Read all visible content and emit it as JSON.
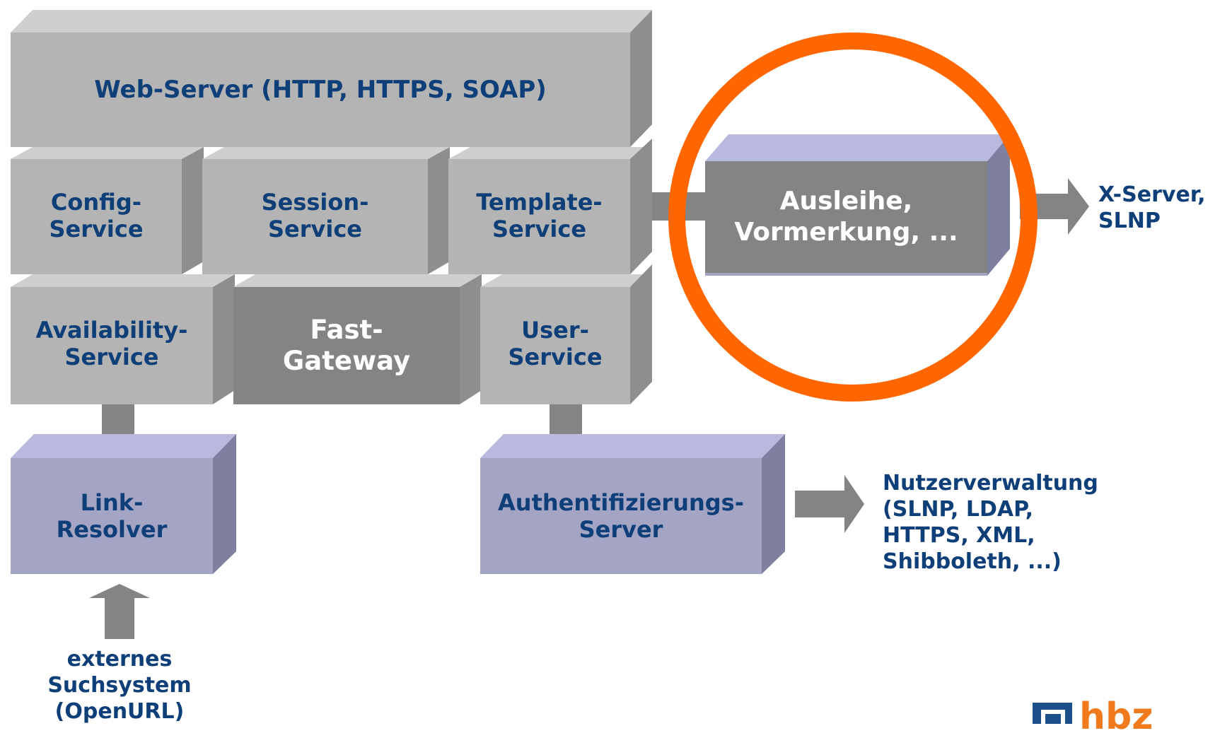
{
  "colors": {
    "gray_front": "#b4b4b4",
    "gray_top": "#cfcfcf",
    "gray_side": "#8e8e8e",
    "dark_front": "#848484",
    "violet_front": "#a4a4c4",
    "violet_top": "#b9b9e0",
    "violet_side": "#7f7fa0",
    "label_blue": "#0f3f78",
    "highlight_ring": "#ff6600",
    "logo_orange": "#f07a1c"
  },
  "blocks": {
    "web_server": "Web-Server (HTTP, HTTPS, SOAP)",
    "config_service": "Config-\nService",
    "session_service": "Session-\nService",
    "template_service": "Template-\nService",
    "availability_service": "Availability-\nService",
    "fast_gateway": "Fast-\nGateway",
    "user_service": "User-\nService",
    "ausleihe": "Ausleihe,\nVormerkung, ...",
    "link_resolver": "Link-\nResolver",
    "auth_server": "Authentifizierungs-\nServer"
  },
  "notes": {
    "x_server": "X-Server,\nSLNP",
    "nutzerverwaltung": "Nutzerverwaltung\n(SLNP, LDAP,\nHTTPS, XML,\nShibboleth, ...)",
    "externes": "externes\nSuchsystem\n(OpenURL)"
  },
  "logo": {
    "text": "hbz",
    "icon": "hbz-logo-icon"
  }
}
